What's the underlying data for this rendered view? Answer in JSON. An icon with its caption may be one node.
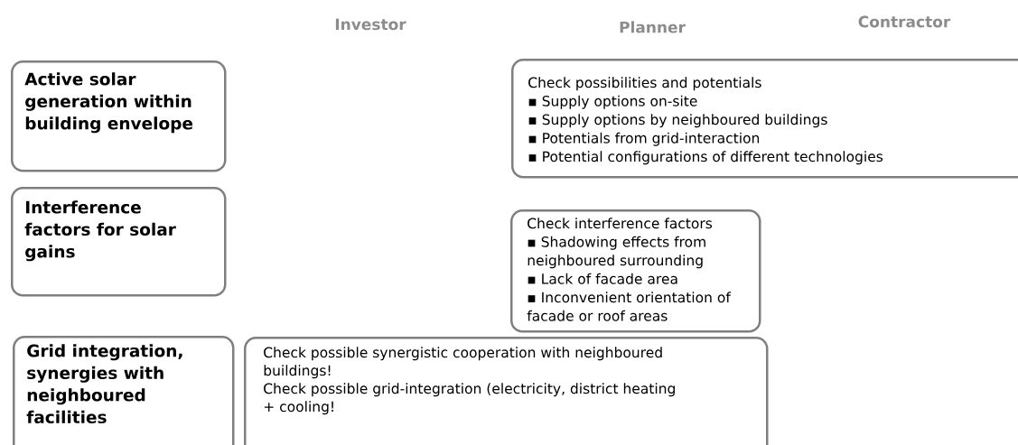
{
  "diagram": {
    "nodes": [
      {
        "text": [
          "Active solar generation within building envelope"
        ]
      },
      {
        "text": [
          "Check possibilities and potentials",
          "▪ Supply options on-site",
          "▪ Supply options by neighboured buildings",
          "▪ Potentials from grid-interaction",
          "▪ Potential configurations of different technologies"
        ]
      },
      {
        "text": [
          "Interference factors for solar gains"
        ]
      },
      {
        "text": [
          "Check interference factors",
          "▪ Shadowing effects from neighboured surrounding",
          "▪ Lack of facade area",
          "▪ Inconvenient orientation of facade or roof areas"
        ]
      },
      {
        "text": [
          "Grid integration, synergies with neighboured facilities"
        ]
      },
      {
        "text": [
          "Check possible synergistic cooperation with neighboured buildings!",
          "Check possible grid-integration (electricity, district heating + cooling!"
        ]
      }
    ],
    "labels": [
      "Investor",
      "Planner",
      "Contractor"
    ]
  }
}
